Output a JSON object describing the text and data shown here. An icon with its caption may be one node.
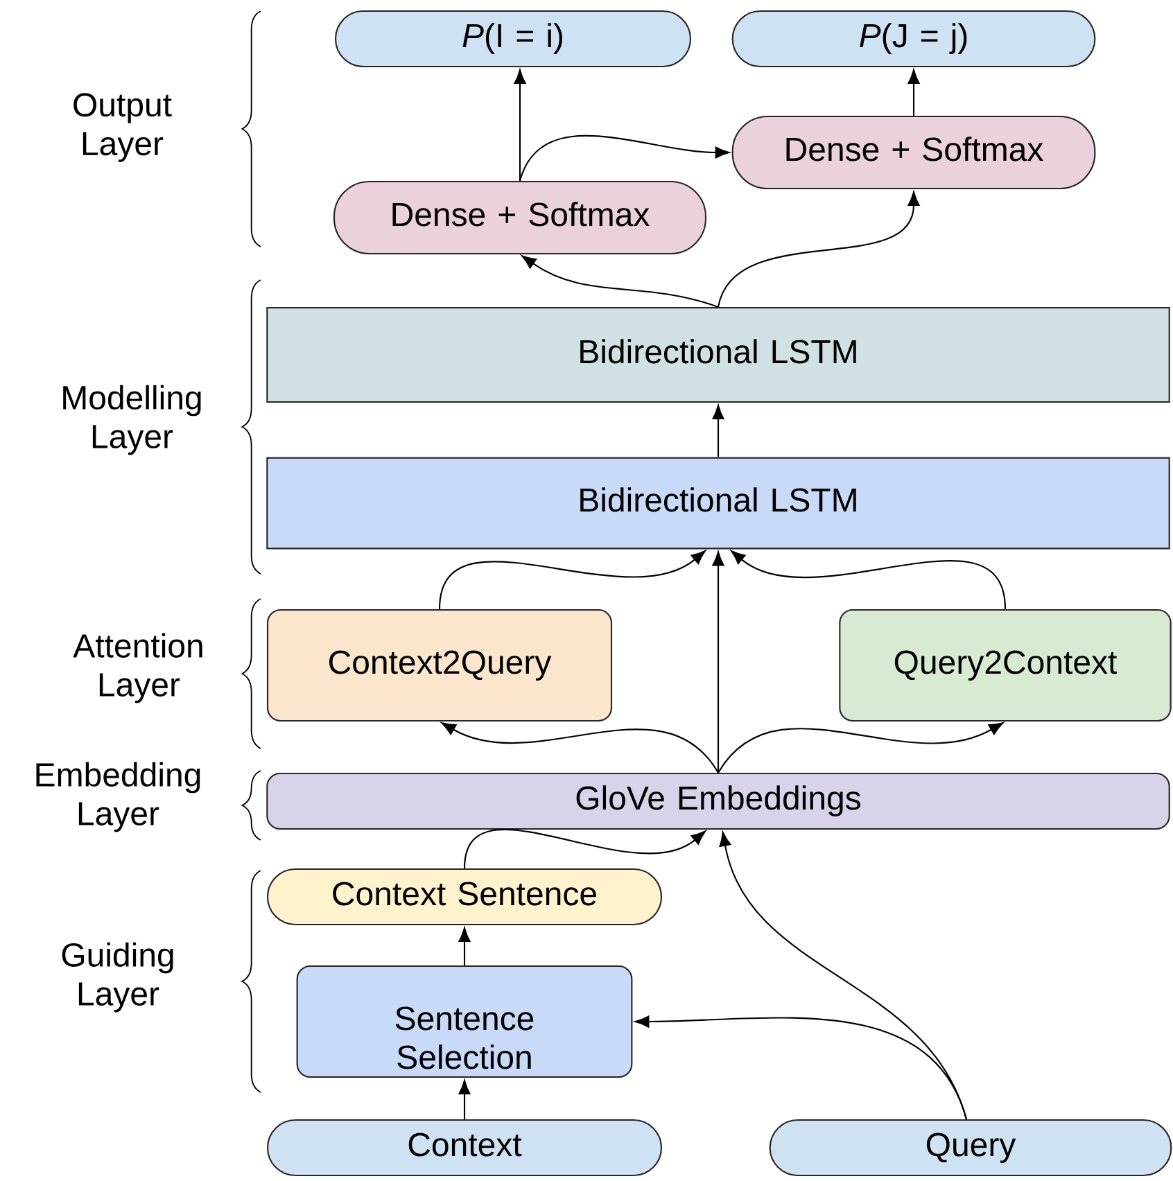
{
  "diagram": {
    "nodes": [
      {
        "text": [
          "*P*(I = i)"
        ]
      },
      {
        "text": [
          "*P*(J = j)"
        ]
      },
      {
        "text": [
          "Dense + Softmax"
        ]
      },
      {
        "text": [
          "Dense + Softmax"
        ]
      },
      {
        "text": [
          "Bidirectional LSTM"
        ]
      },
      {
        "text": [
          "Bidirectional LSTM"
        ]
      },
      {
        "text": [
          "Context2Query"
        ]
      },
      {
        "text": [
          "Query2Context"
        ]
      },
      {
        "text": [
          "GloVe Embeddings"
        ]
      },
      {
        "text": [
          "Context Sentence"
        ]
      },
      {
        "text": [
          "Sentence Selection"
        ]
      },
      {
        "text": [
          "Context"
        ]
      },
      {
        "text": [
          "Query"
        ]
      }
    ],
    "edges": [
      {
        "from": 3,
        "to": 0,
        "arrow": "to"
      },
      {
        "from": 3,
        "to": 2,
        "arrow": "to"
      },
      {
        "from": 2,
        "to": 1,
        "arrow": "to"
      },
      {
        "from": 4,
        "to": 3,
        "arrow": "to"
      },
      {
        "from": 4,
        "to": 2,
        "arrow": "to"
      },
      {
        "from": 5,
        "to": 4,
        "arrow": "to"
      },
      {
        "from": 6,
        "to": 5,
        "arrow": "to"
      },
      {
        "from": 8,
        "to": 5,
        "arrow": "to"
      },
      {
        "from": 7,
        "to": 5,
        "arrow": "to"
      },
      {
        "from": 8,
        "to": 6,
        "arrow": "to"
      },
      {
        "from": 8,
        "to": 7,
        "arrow": "to"
      },
      {
        "from": 9,
        "to": 8,
        "arrow": "to"
      },
      {
        "from": 12,
        "to": 8,
        "arrow": "to"
      },
      {
        "from": 10,
        "to": 9,
        "arrow": "to"
      },
      {
        "from": 12,
        "to": 10,
        "arrow": "to"
      },
      {
        "from": 11,
        "to": 10,
        "arrow": "to"
      }
    ],
    "labels": [
      "Output Layer",
      "Modelling Layer",
      "Attention Layer",
      "Embedding Layer",
      "Guiding Layer"
    ]
  }
}
